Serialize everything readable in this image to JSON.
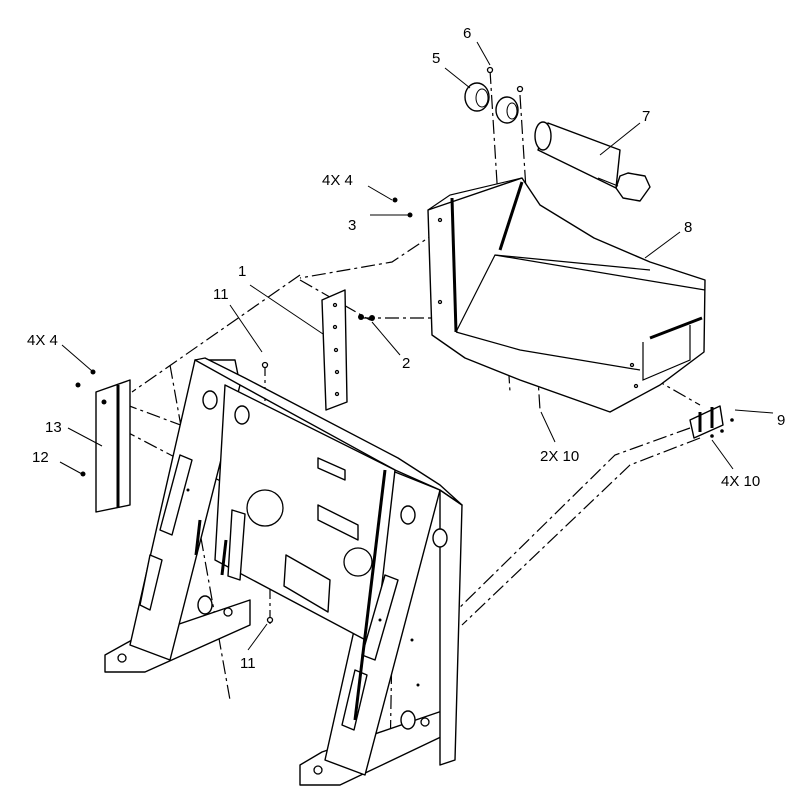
{
  "callouts": {
    "c1": "1",
    "c2": "2",
    "c3": "3",
    "c4_top": "4X 4",
    "c4_left": "4X 4",
    "c5": "5",
    "c6": "6",
    "c7": "7",
    "c8": "8",
    "c9": "9",
    "c10_mid": "2X 10",
    "c10_right": "4X 10",
    "c11_top": "11",
    "c11_bottom": "11",
    "c12": "12",
    "c13": "13"
  }
}
